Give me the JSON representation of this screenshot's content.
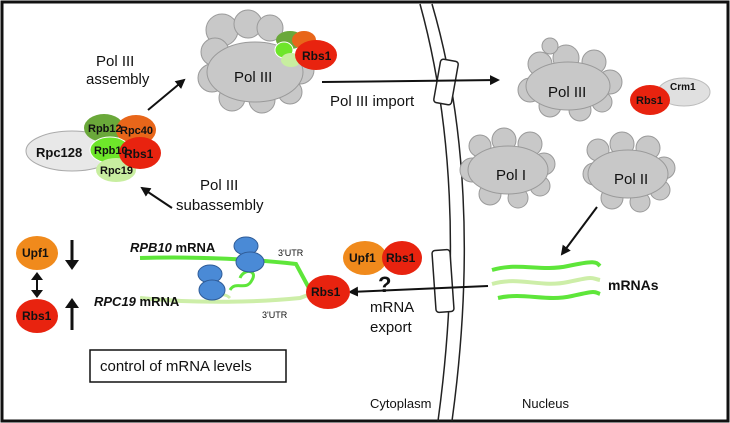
{
  "labels": {
    "pol3_assembly_line1": "Pol III",
    "pol3_assembly_line2": "assembly",
    "pol3_top": "Pol III",
    "rbs1_top": "Rbs1",
    "pol3_import": "Pol III import",
    "pol3_nucleus": "Pol III",
    "rbs1_nucleus": "Rbs1",
    "crm1": "Crm1",
    "pol1": "Pol I",
    "pol2": "Pol II",
    "rpc128": "Rpc128",
    "rpb12": "Rpb12",
    "rpc40": "Rpc40",
    "rpb10": "Rpb10",
    "rbs1_sub": "Rbs1",
    "rpc19": "Rpc19",
    "subassembly_line1": "Pol III",
    "subassembly_line2": "subassembly",
    "upf1_left": "Upf1",
    "rbs1_left": "Rbs1",
    "rpb10_gene": "RPB10",
    "rpc19_gene": "RPC19",
    "mrna_word": " mRNA",
    "utr_top": "3'UTR",
    "utr_bottom": "3'UTR",
    "rbs1_mrna": "Rbs1",
    "upf1_export": "Upf1",
    "rbs1_export": "Rbs1",
    "question": "?",
    "mrna_export_line1": "mRNA",
    "mrna_export_line2": "export",
    "mrnas": "mRNAs",
    "control": "control of mRNA levels",
    "cytoplasm": "Cytoplasm",
    "nucleus": "Nucleus"
  },
  "colors": {
    "pol_gray": "#c8c8c8",
    "pol_stroke": "#9a9a9a",
    "rbs1_red": "#e8230f",
    "upf1_orange": "#f08a1c",
    "rpc40_orange": "#e8661a",
    "rpb12_green": "#6aa83a",
    "rpb10_green": "#6ee62a",
    "rpc19_green": "#c8eea0",
    "ribosome_blue": "#4a8ad6",
    "mrna_green": "#5ee63a",
    "mrna_light": "#cdeea8"
  },
  "icons": {
    "up_arrow": "up-arrow-icon",
    "down_arrow": "down-arrow-icon",
    "double_arrow": "double-arrow-icon"
  }
}
